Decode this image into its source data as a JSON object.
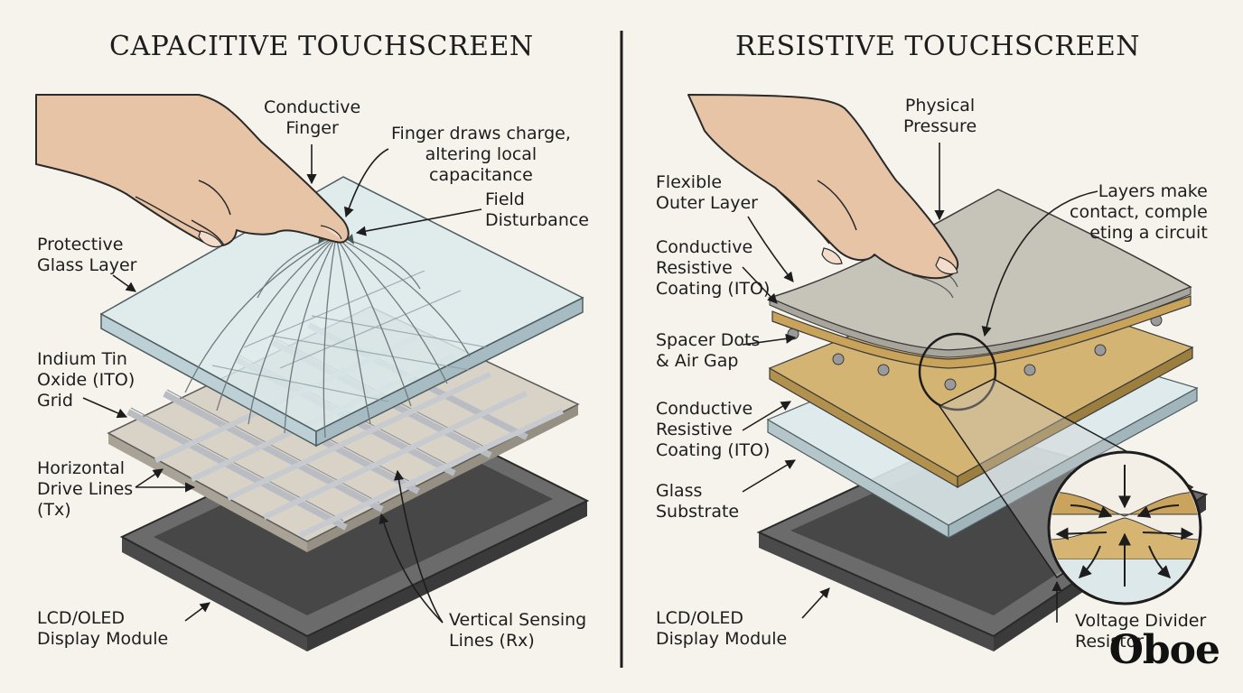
{
  "panels": {
    "capacitive": {
      "title": "CAPACITIVE TOUCHSCREEN",
      "labels": {
        "finger": "Conductive\nFinger",
        "charge_note": "Finger draws charge,\naltering local\ncapacitance",
        "field": "Field\nDisturbance",
        "glass": "Protective\nGlass Layer",
        "ito_grid": "Indium Tin\nOxide (ITO)\nGrid",
        "drive": "Horizontal\nDrive Lines\n(Tx)",
        "display": "LCD/OLED\nDisplay Module",
        "sense": "Vertical Sensing\nLines (Rx)"
      }
    },
    "resistive": {
      "title": "RESISTIVE TOUCHSCREEN",
      "labels": {
        "pressure": "Physical\nPressure",
        "outer": "Flexible\nOuter Layer",
        "contact": "Layers make\ncontact, comple\neting a circuit",
        "coat_top": "Conductive\nResistive\nCoating (ITO)",
        "spacer": "Spacer Dots\n& Air Gap",
        "coat_bottom": "Conductive\nResistive\nCoating (ITO)",
        "substrate": "Glass\nSubstrate",
        "display": "LCD/OLED\nDisplay Module",
        "divider": "Voltage Divider\nResistor"
      }
    }
  },
  "logo": "Oboe"
}
